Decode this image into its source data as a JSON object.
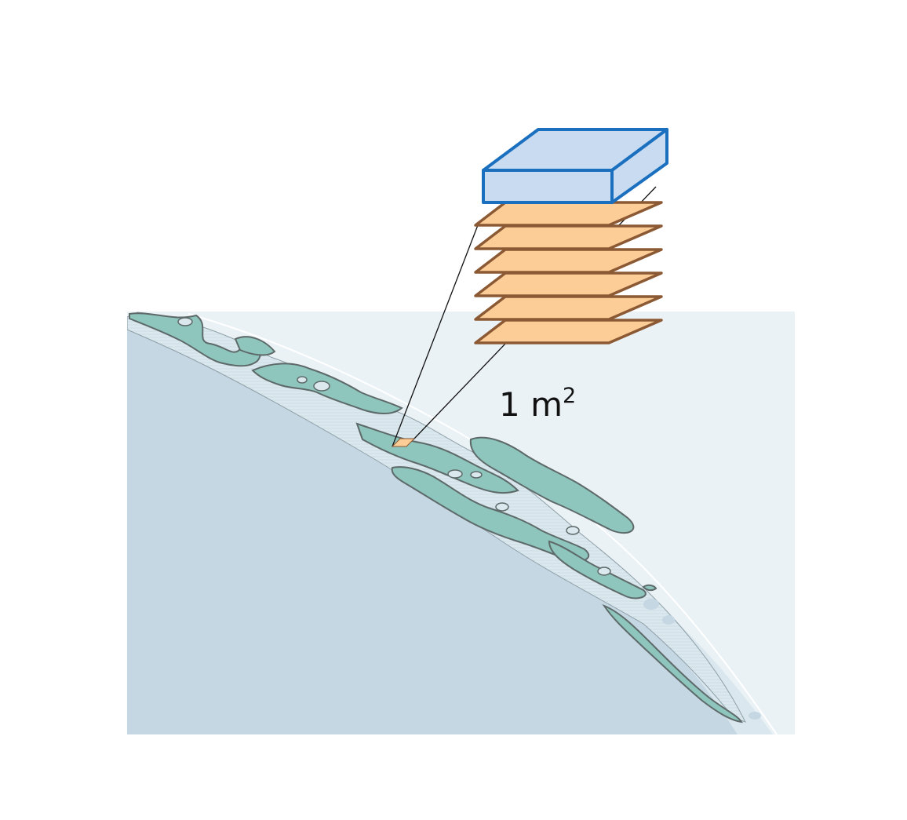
{
  "area_label": {
    "value": "1 m",
    "superscript": "2"
  },
  "colors": {
    "map_land": "#c5d7e3",
    "map_water": "#ebf2f6",
    "marsh_fill": "#8ec5bd",
    "marsh_outline": "#5e6a6a",
    "layer_fill": "#fdcd98",
    "layer_stroke": "#8b5a34",
    "water_block_fill": "#c8dbf1",
    "water_block_stroke": "#1a6fbf"
  },
  "counts": {
    "sediment_layers": 6
  },
  "icons": {
    "sample_marker": "orange-square-icon",
    "water_block": "water-column-icon"
  }
}
